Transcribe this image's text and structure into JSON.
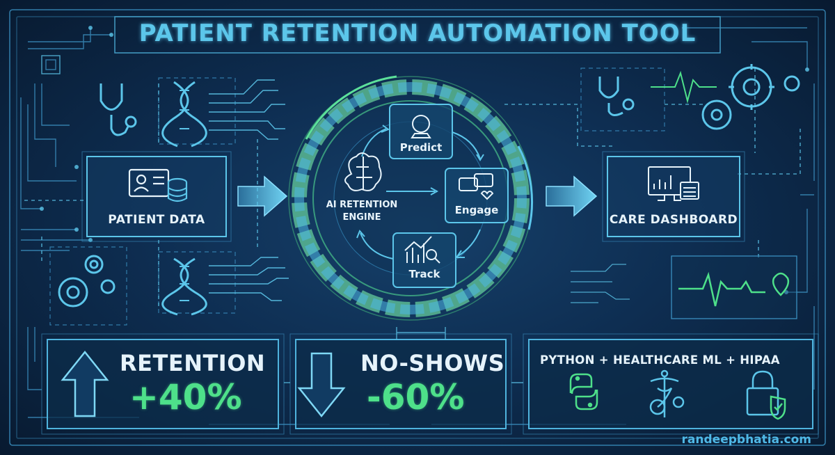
{
  "title": "PATIENT RETENTION AUTOMATION TOOL",
  "nodes": {
    "patient_data": "PATIENT DATA",
    "care_dashboard": "CARE DASHBOARD"
  },
  "engine": {
    "line1": "AI RETENTION",
    "line2": "ENGINE",
    "steps": [
      "Predict",
      "Engage",
      "Track"
    ]
  },
  "stats": [
    {
      "name": "RETENTION",
      "value": "+40%",
      "direction": "up"
    },
    {
      "name": "NO-SHOWS",
      "value": "-60%",
      "direction": "down"
    }
  ],
  "tech_stack": "PYTHON + HEALTHCARE ML + HIPAA",
  "tech_icons": [
    "python-icon",
    "caduceus-gear-icon",
    "padlock-shield-icon"
  ],
  "footer_url": "randeepbhatia.com",
  "colors": {
    "background": "#0e2e52",
    "cyan": "#5cc6ea",
    "green": "#4ee08a",
    "white": "#e8f4fb"
  }
}
